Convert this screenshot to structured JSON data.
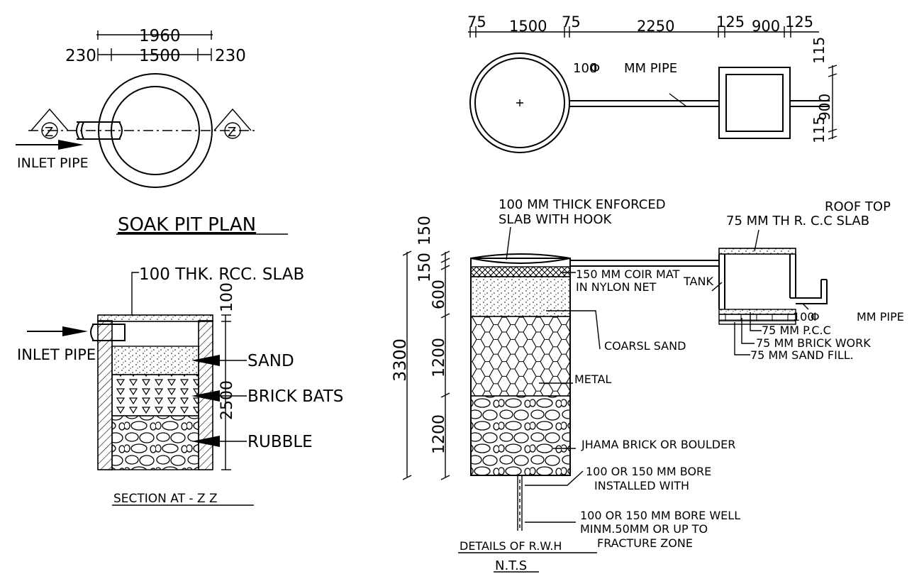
{
  "soak_pit_plan": {
    "dim_top": "1960",
    "dim_left": "230",
    "dim_mid": "1500",
    "dim_right": "230",
    "inlet_label": "INLET PIPE",
    "section_marker": "Z",
    "title": "SOAK PIT PLAN"
  },
  "soak_pit_section": {
    "slab_label": "100 THK. RCC. SLAB",
    "inlet_label": "INLET PIPE",
    "sand_label": "SAND",
    "brick_label": "BRICK BATS",
    "rubble_label": "RUBBLE",
    "dim_100": "100",
    "dim_2500": "2500",
    "title": "SECTION AT - Z Z"
  },
  "rwh_plan": {
    "dims": [
      "75",
      "1500",
      "75",
      "2250",
      "125",
      "900",
      "125"
    ],
    "pipe_dia": "100",
    "pipe_label": "MM PIPE",
    "side_dims": [
      "115",
      "900",
      "115"
    ]
  },
  "rwh_detail": {
    "slab_note_1": "100 MM THICK   ENFORCED",
    "slab_note_2": "SLAB WITH HOOK",
    "roof_label": "ROOF TOP",
    "roof_slab": "75  MM  TH  R. C.C  SLAB",
    "coir_1": "150 MM COIR MAT",
    "coir_2": "IN NYLON NET",
    "tank_label": "TANK",
    "pipe_dia": "100",
    "pipe_label": "MM PIPE",
    "pcc": "75 MM P.C.C",
    "brick_work": "75 MM BRICK WORK",
    "sand_fill": "75 MM SAND FILL.",
    "coarse_sand": "COARSL SAND",
    "metal": "METAL",
    "jhama": "JHAMA BRICK OR BOULDER",
    "bore_1": "100 OR 150 MM BORE",
    "bore_2": "INSTALLED WITH",
    "well_1": "100 OR 150 MM BORE WELL",
    "well_2": "MINM.50MM OR UP TO",
    "well_3": "FRACTURE  ZONE",
    "dim_total": "3300",
    "dim_150a": "150",
    "dim_150b": "150",
    "dim_600": "600",
    "dim_1200a": "1200",
    "dim_1200b": "1200",
    "title": "DETAILS   OF   R.W.H",
    "scale": "N.T.S"
  }
}
